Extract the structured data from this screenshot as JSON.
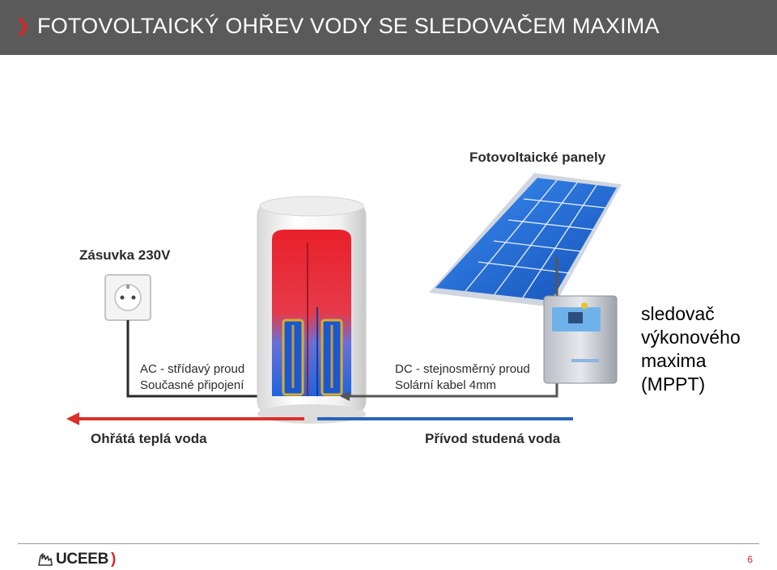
{
  "slide": {
    "title": "FOTOVOLTAICKÝ OHŘEV VODY SE SLEDOVAČEM MAXIMA",
    "title_chevron": "❯",
    "page_number": "6"
  },
  "diagram": {
    "pv_panels_label": "Fotovoltaické panely",
    "socket_label": "Zásuvka 230V",
    "ac_label_line1": "AC - střídavý proud",
    "ac_label_line2": "Současné připojení",
    "dc_label_line1": "DC - stejnosměrný proud",
    "dc_label_line2": "Solární kabel 4mm",
    "hot_water_label": "Ohřátá teplá voda",
    "cold_water_label": "Přívod studená voda"
  },
  "side_note": {
    "lines": [
      "sledovač",
      "výkonového",
      "maxima",
      "(MPPT)"
    ]
  },
  "footer": {
    "logo_text": "UCEEB",
    "logo_paren": ")"
  },
  "colors": {
    "title_bar": "#5a5a5a",
    "accent_red": "#d8232a",
    "hot_pipe": "#d9302c",
    "cold_pipe": "#2a63b8",
    "panel_blue": "#1f6fd6"
  },
  "icons": [
    "chevron-right-icon",
    "socket-icon",
    "solar-panel-icon",
    "water-heater-icon",
    "mppt-controller-icon",
    "lion-logo-icon"
  ]
}
